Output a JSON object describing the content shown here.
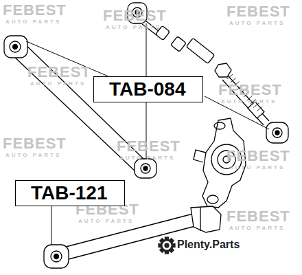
{
  "diagram": {
    "nodes": [
      {
        "text": [
          "TAB-084"
        ]
      },
      {
        "text": [
          "TAB-121"
        ]
      }
    ],
    "labels": [
      "FEBEST",
      "AUTO PARTS",
      "FEBEST",
      "AUTO PARTS",
      "FEBEST",
      "AUTO PARTS",
      "FEBEST",
      "AUTO PARTS",
      "FEBEST",
      "AUTO PARTS",
      "FEBEST",
      "AUTO PARTS",
      "FEBEST",
      "AUTO PARTS",
      "FEBEST",
      "AUTO PARTS",
      "FEBEST",
      "AUTO PARTS",
      "FEBEST",
      "AUTO PARTS",
      "Plenty.Parts"
    ]
  }
}
